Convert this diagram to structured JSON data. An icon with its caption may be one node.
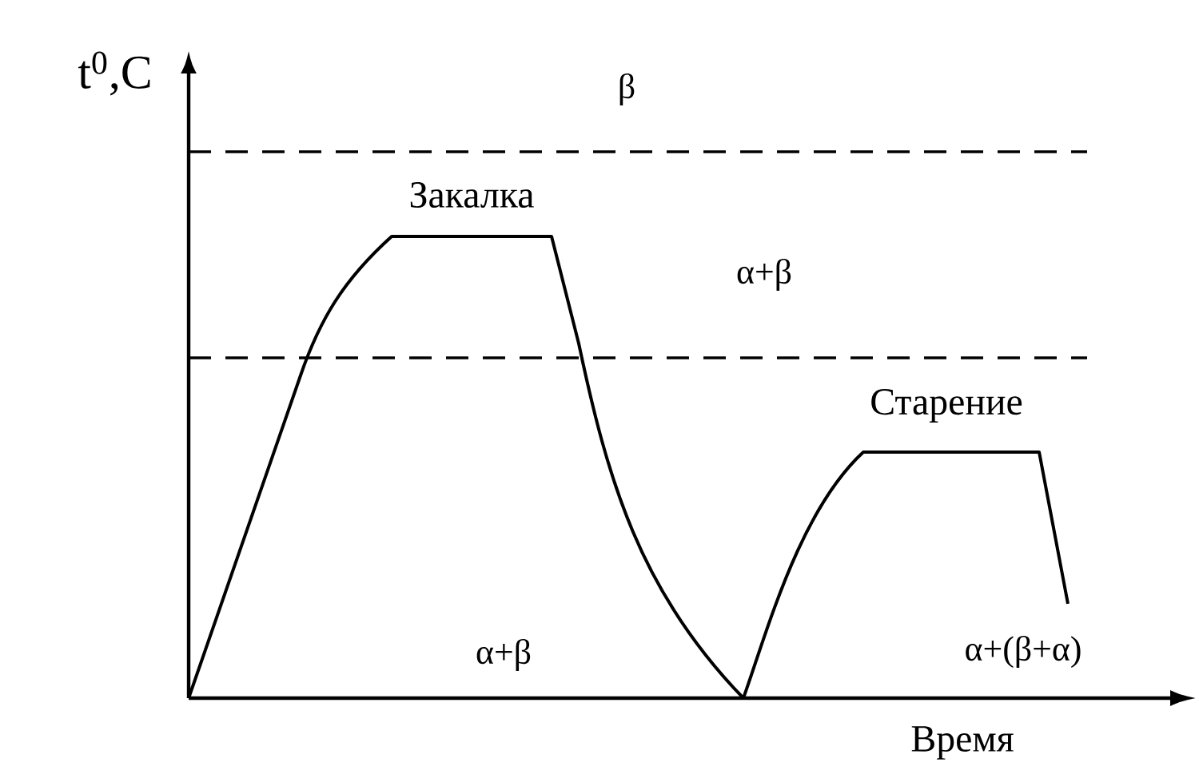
{
  "diagram": {
    "labels": [
      "t$^{0}$,C",
      "β",
      "Закалка",
      "α+β",
      "Старение",
      "α+β",
      "α+(β+α)",
      "Время"
    ]
  }
}
